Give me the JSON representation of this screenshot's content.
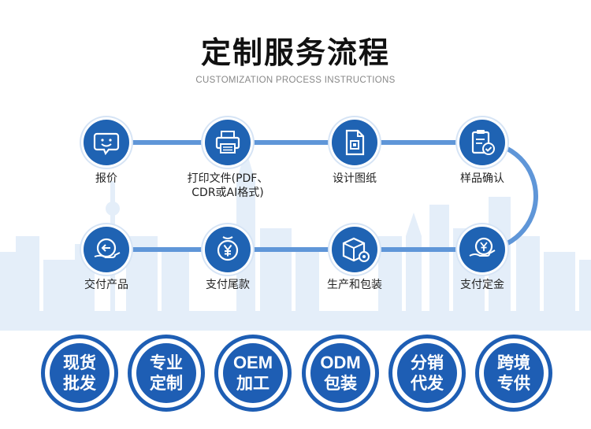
{
  "title": "定制服务流程",
  "subtitle": "CUSTOMIZATION PROCESS INSTRUCTIONS",
  "steps": [
    {
      "label": "报价",
      "icon": "chat-bubble-icon"
    },
    {
      "label": "打印文件(PDF、\nCDR或AI格式)",
      "icon": "printer-icon"
    },
    {
      "label": "设计图纸",
      "icon": "design-document-icon"
    },
    {
      "label": "样品确认",
      "icon": "clipboard-check-icon"
    },
    {
      "label": "支付定金",
      "icon": "hand-yen-coin-icon"
    },
    {
      "label": "生产和包装",
      "icon": "box-gear-icon"
    },
    {
      "label": "支付尾款",
      "icon": "yen-coin-icon"
    },
    {
      "label": "交付产品",
      "icon": "delivery-arrow-icon"
    }
  ],
  "badges": [
    {
      "line1": "现货",
      "line2": "批发"
    },
    {
      "line1": "专业",
      "line2": "定制"
    },
    {
      "line1": "OEM",
      "line2": "加工"
    },
    {
      "line1": "ODM",
      "line2": "包装"
    },
    {
      "line1": "分销",
      "line2": "代发"
    },
    {
      "line1": "跨境",
      "line2": "专供"
    }
  ],
  "colors": {
    "accent": "#1f63b3",
    "line": "#5f96d8",
    "skyline": "#dce8f6"
  }
}
